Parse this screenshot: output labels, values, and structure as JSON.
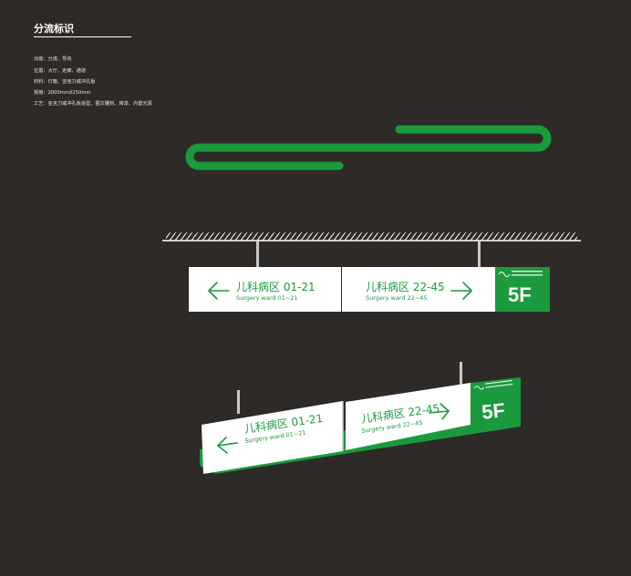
{
  "header": {
    "title": "分流标识"
  },
  "specs": [
    "功能：分流、导向",
    "位置：大厅、走廊、通道",
    "材料：灯箱、亚克力或冲孔板",
    "规格：2000mmX250mm",
    "工艺：亚克力或冲孔板造型、图文雕刻、烤漆、内置光源"
  ],
  "sign": {
    "left": {
      "cn": "儿科病区 01-21",
      "en": "Surgery ward  01~21",
      "arrow": "arrow-left-icon"
    },
    "right": {
      "cn": "儿科病区 22-45",
      "en": "Surgery ward  22~45",
      "arrow": "arrow-right-icon"
    },
    "floor": "5F"
  },
  "colors": {
    "background": "#2d2a28",
    "brand_green": "#1a9a3c",
    "sign_white": "#ffffff"
  }
}
